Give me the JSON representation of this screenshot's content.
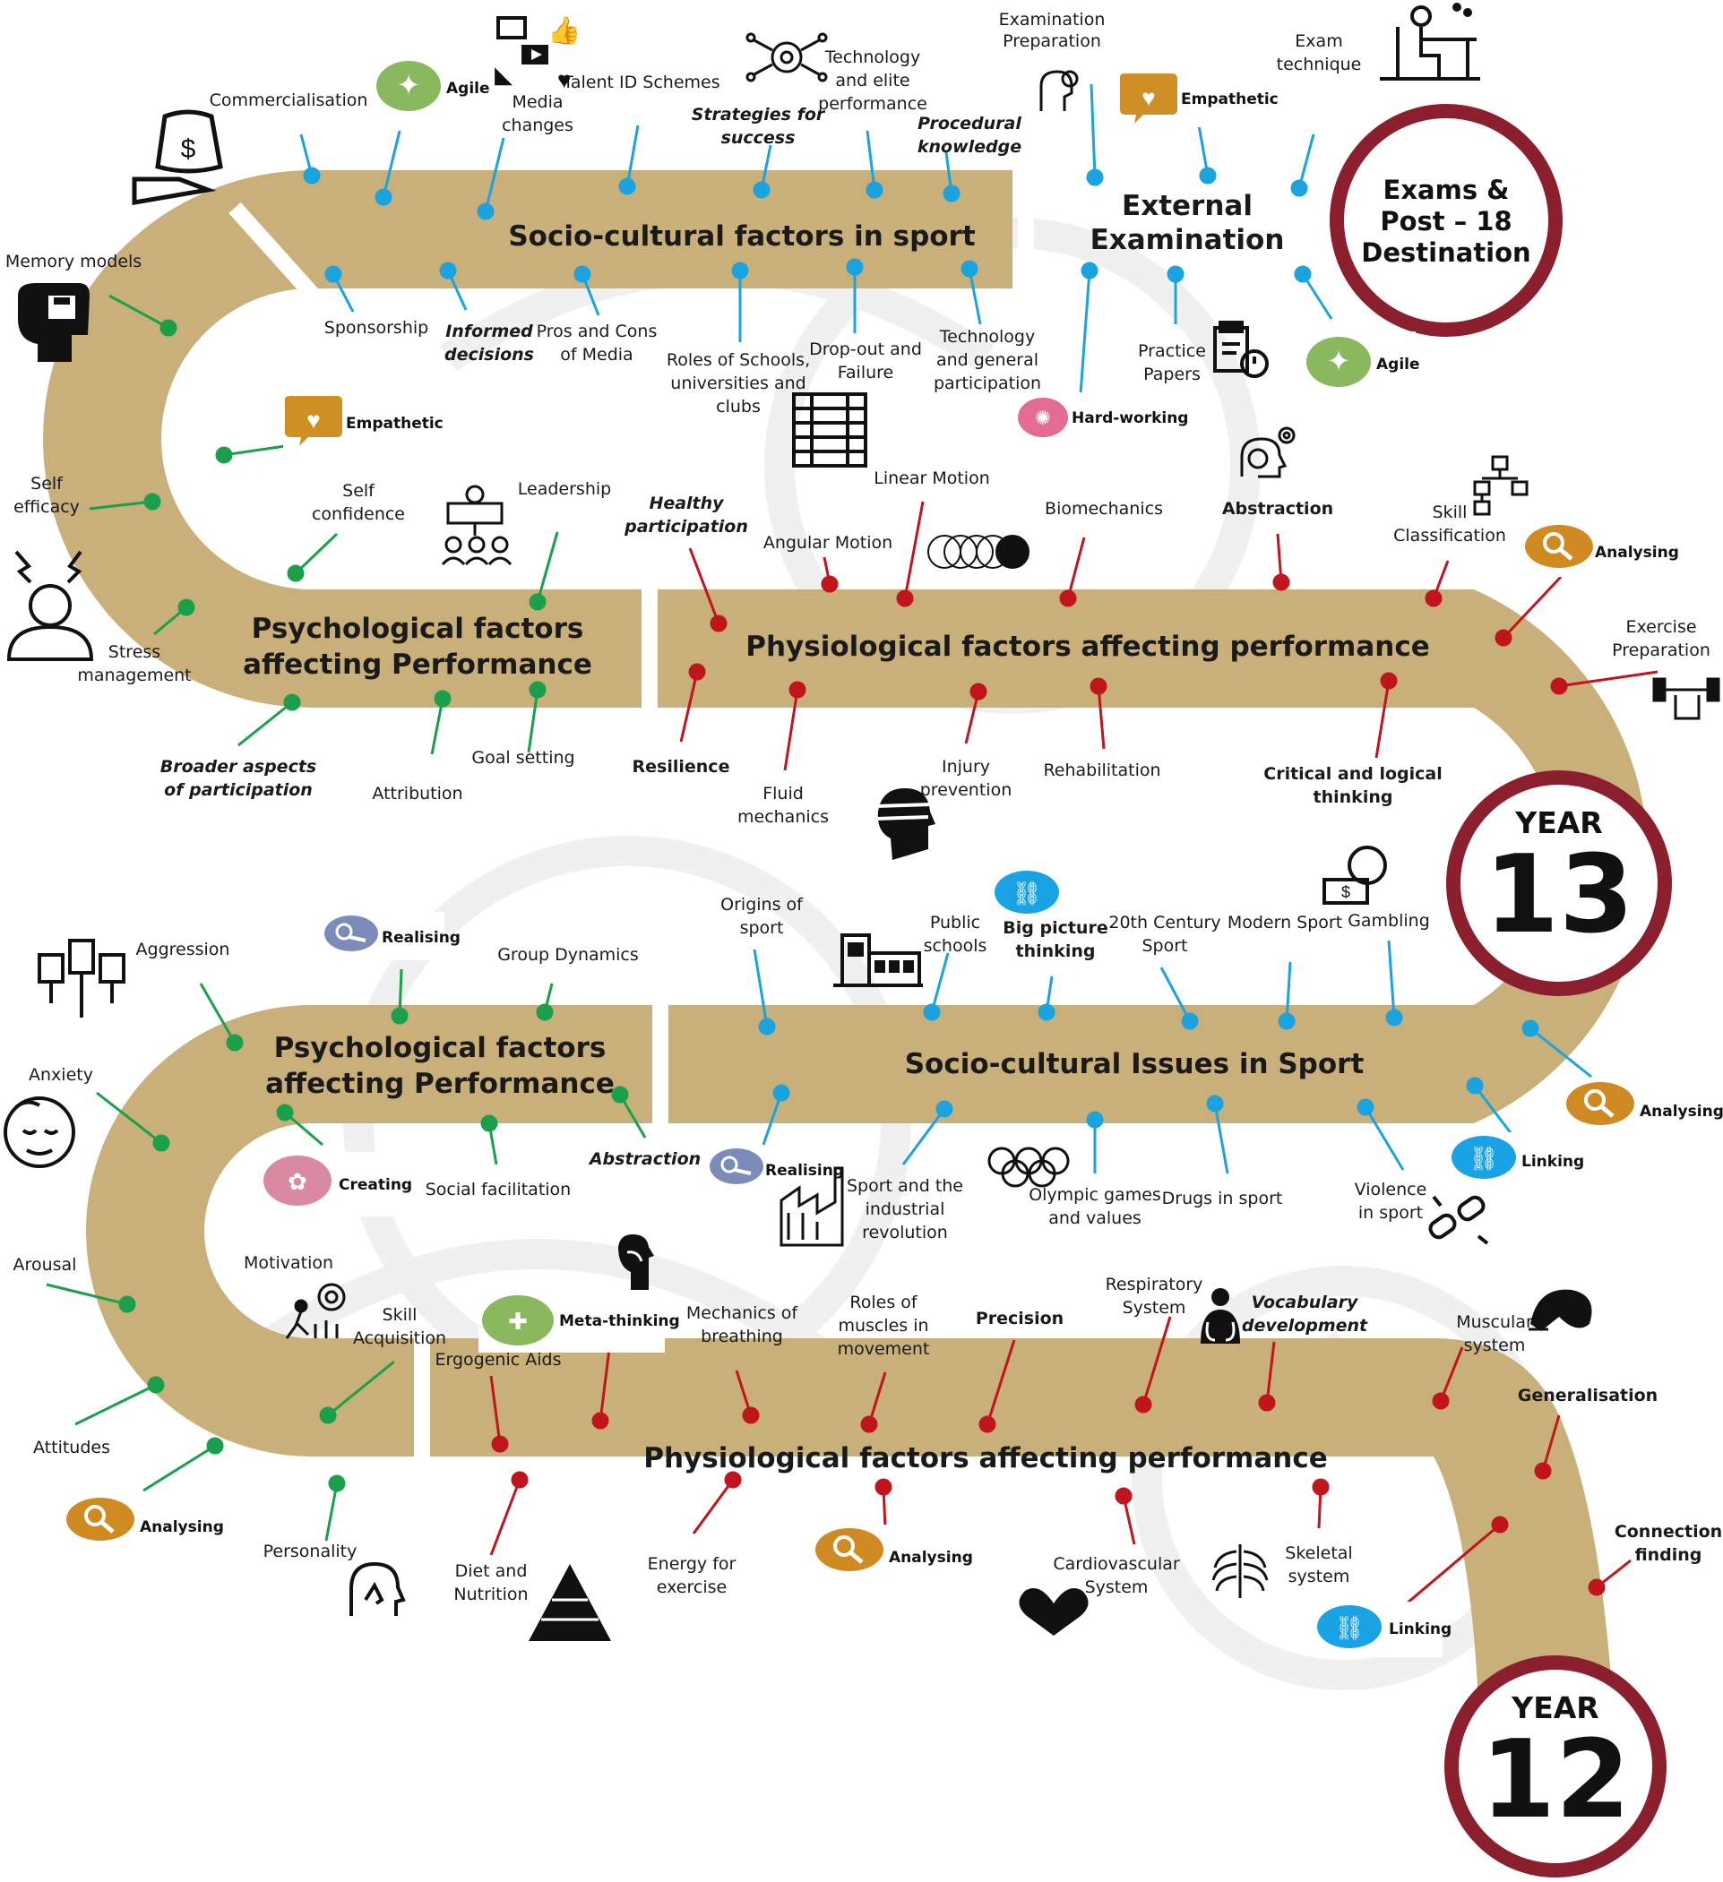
{
  "colors": {
    "road": "#c9b07a",
    "circle_ring": "#8b1f2d",
    "psychological_pins": "#1aa04b",
    "physiological_pins": "#c0151c",
    "sociocultural_pins": "#1ba3e0",
    "skill_agile": "#8ab85f",
    "skill_empathetic": "#cf8f25",
    "skill_analysing": "#d08a22",
    "skill_linking": "#1aa3e4",
    "skill_realising": "#7c8cb8",
    "skill_creating": "#d98aa0",
    "skill_meta": "#8ab85f",
    "skill_hardworking": "#e36b94"
  },
  "milestones": {
    "exams": [
      "Exams &",
      "Post – 18",
      "Destination"
    ],
    "year13": {
      "top": "YEAR",
      "num": "13"
    },
    "year12": {
      "top": "YEAR",
      "num": "12"
    }
  },
  "bands": {
    "socio_top": "Socio-cultural factors in sport",
    "external": [
      "External",
      "Examination"
    ],
    "psych_y13": [
      "Psychological factors",
      "affecting Performance"
    ],
    "phys_y13": "Physiological factors affecting performance",
    "psych_y12": [
      "Psychological factors",
      "affecting Performance"
    ],
    "socio_y12": "Socio-cultural Issues in Sport",
    "phys_y12": "Physiological factors affecting performance"
  },
  "labels": {
    "commercialisation": "Commercialisation",
    "media_changes": [
      "Media",
      "changes"
    ],
    "talent_id": "Talent ID Schemes",
    "strategies": [
      "Strategies for",
      "success"
    ],
    "tech_elite": [
      "Technology",
      "and elite",
      "performance"
    ],
    "procedural": [
      "Procedural",
      "knowledge"
    ],
    "exam_prep": [
      "Examination",
      "Preparation"
    ],
    "exam_technique": [
      "Exam",
      "technique"
    ],
    "sponsorship": "Sponsorship",
    "informed": [
      "Informed",
      "decisions"
    ],
    "pros_cons": [
      "Pros and Cons",
      "of Media"
    ],
    "roles_schools": [
      "Roles of Schools,",
      "universities and",
      "clubs"
    ],
    "dropout": [
      "Drop-out and",
      "Failure"
    ],
    "tech_general": [
      "Technology",
      "and general",
      "participation"
    ],
    "practice_papers": [
      "Practice",
      "Papers"
    ],
    "memory_models": "Memory models",
    "self_efficacy": [
      "Self",
      "efficacy"
    ],
    "self_confidence": [
      "Self",
      "confidence"
    ],
    "leadership": "Leadership",
    "healthy": [
      "Healthy",
      "participation"
    ],
    "angular": "Angular Motion",
    "linear": "Linear Motion",
    "biomechanics": "Biomechanics",
    "abstraction_top": "Abstraction",
    "skill_class": [
      "Skill",
      "Classification"
    ],
    "exercise_prep": [
      "Exercise",
      "Preparation"
    ],
    "stress": [
      "Stress",
      "management"
    ],
    "broader": [
      "Broader aspects",
      "of participation"
    ],
    "attribution": "Attribution",
    "goal_setting": "Goal setting",
    "resilience": "Resilience",
    "fluid": [
      "Fluid",
      "mechanics"
    ],
    "injury": [
      "Injury",
      "prevention"
    ],
    "rehab": "Rehabilitation",
    "critical": [
      "Critical and logical",
      "thinking"
    ],
    "aggression": "Aggression",
    "group_dyn": "Group Dynamics",
    "origins": [
      "Origins of",
      "sport"
    ],
    "public_schools": [
      "Public",
      "schools"
    ],
    "big_picture": [
      "Big picture",
      "thinking"
    ],
    "c20": [
      "20th Century",
      "Sport"
    ],
    "modern": "Modern Sport",
    "gambling": "Gambling",
    "anxiety": "Anxiety",
    "abstraction_y12": "Abstraction",
    "social_fac": "Social facilitation",
    "sport_industrial": [
      "Sport and the",
      "industrial",
      "revolution"
    ],
    "olympic": [
      "Olympic games",
      "and values"
    ],
    "drugs": "Drugs in sport",
    "violence": [
      "Violence",
      "in sport"
    ],
    "arousal": "Arousal",
    "motivation": "Motivation",
    "skill_acq": [
      "Skill",
      "Acquisition"
    ],
    "ergogenic": "Ergogenic Aids",
    "breathing": [
      "Mechanics of",
      "breathing"
    ],
    "roles_muscles": [
      "Roles of",
      "muscles in",
      "movement"
    ],
    "precision": "Precision",
    "respiratory": [
      "Respiratory",
      "System"
    ],
    "vocab": [
      "Vocabulary",
      "development"
    ],
    "muscular": [
      "Muscular",
      "system"
    ],
    "generalisation": "Generalisation",
    "attitudes": "Attitudes",
    "personality": "Personality",
    "diet": [
      "Diet and",
      "Nutrition"
    ],
    "energy": [
      "Energy for",
      "exercise"
    ],
    "cardio": [
      "Cardiovascular",
      "System"
    ],
    "skeletal": [
      "Skeletal",
      "system"
    ],
    "connection": [
      "Connection",
      "finding"
    ]
  },
  "chips": {
    "agile_top": "Agile",
    "empathetic_top": "Empathetic",
    "agile_right": "Agile",
    "hardworking": "Hard-working",
    "empathetic_left": "Empathetic",
    "analysing_r13": "Analysing",
    "realising_top": "Realising",
    "analysing_r12": "Analysing",
    "linking_r12": "Linking",
    "creating": "Creating",
    "realising_mid": "Realising",
    "meta": "Meta-thinking",
    "analysing_left": "Analysing",
    "analysing_bottom": "Analysing",
    "linking_bottom": "Linking"
  },
  "icons": {
    "money_hand": "money-hand-icon",
    "social_media": "social-media-icon",
    "circuit": "circuit-brain-icon",
    "head_bulb": "head-bulb-icon",
    "person_desk": "person-at-desk-icon",
    "head_memory": "head-memory-icon",
    "ladder": "ladder-icon",
    "clipboard_clock": "clipboard-clock-icon",
    "head_gear": "head-gear-icon",
    "hierarchy": "hierarchy-icon",
    "team_leader": "team-leader-icon",
    "stressed": "stressed-person-icon",
    "motion_balls": "motion-balls-icon",
    "dumbbell": "dumbbell-hand-icon",
    "bandaged_head": "bandaged-head-icon",
    "fists": "raised-fists-icon",
    "school": "school-building-icon",
    "ball_money": "ball-money-icon",
    "anxious_face": "anxious-face-icon",
    "factory": "factory-icon",
    "olympic_rings": "olympic-rings-icon",
    "breaking_chain": "breaking-chain-icon",
    "head_throat": "head-throat-icon",
    "target_runner": "target-runner-icon",
    "lungs": "lungs-person-icon",
    "flexed_arm": "flexed-arm-icon",
    "head_profile": "head-profile-icon",
    "food_pyramid": "food-pyramid-icon",
    "heart": "heart-icon",
    "ribcage": "ribcage-icon"
  }
}
